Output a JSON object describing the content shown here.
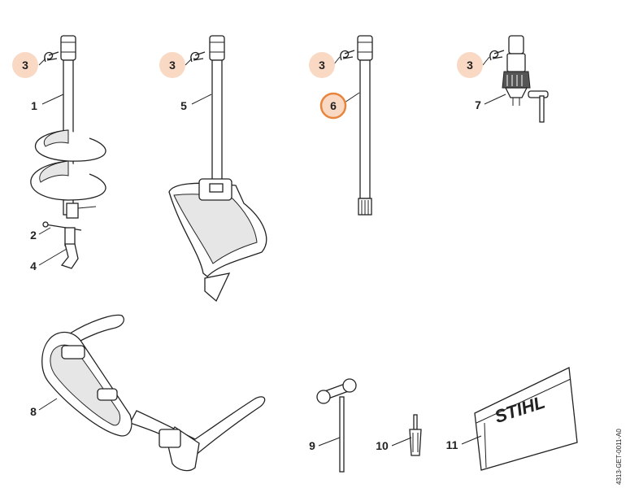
{
  "callouts": {
    "c1": "1",
    "c2": "2",
    "c3a": "3",
    "c3b": "3",
    "c3c": "3",
    "c3d": "3",
    "c4": "4",
    "c5": "5",
    "c6": "6",
    "c7": "7",
    "c8": "8",
    "c9": "9",
    "c10": "10",
    "c11": "11"
  },
  "brand_logo_text": "STIHL",
  "reference_code": "4313-GET-0011-A0",
  "colors": {
    "highlight_fill": "#f9d9c4",
    "highlight_ring": "#e8843c",
    "line": "#222222"
  }
}
